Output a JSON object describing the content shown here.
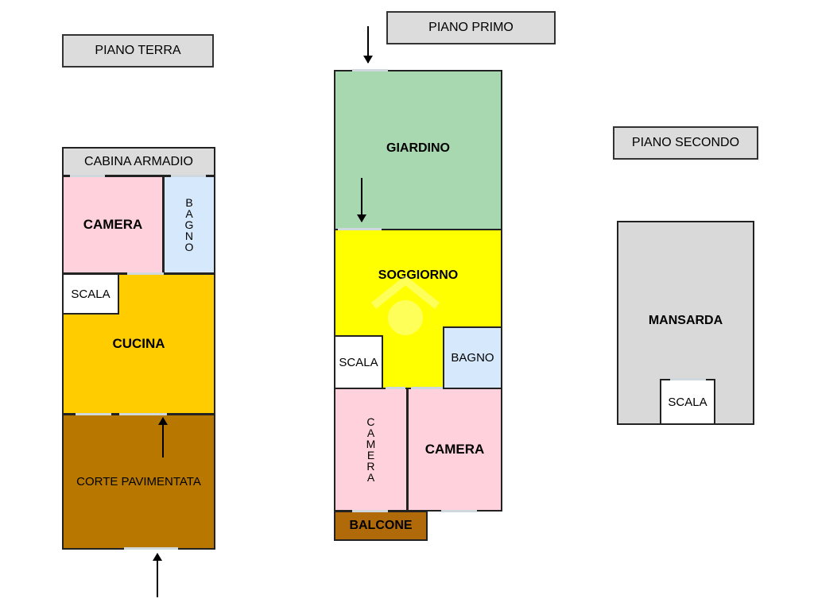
{
  "titles": {
    "ground": "PIANO TERRA",
    "first": "PIANO PRIMO",
    "second": "PIANO SECONDO"
  },
  "ground_floor": {
    "cabina": "CABINA ARMADIO",
    "camera": "CAMERA",
    "bagno": "BAGNO",
    "scala": "SCALA",
    "cucina": "CUCINA",
    "corte": "CORTE PAVIMENTATA"
  },
  "first_floor": {
    "giardino": "GIARDINO",
    "soggiorno": "SOGGIORNO",
    "scala": "SCALA",
    "bagno": "BAGNO",
    "camera_vertical": "CAMERA",
    "camera": "CAMERA",
    "balcone": "BALCONE"
  },
  "second_floor": {
    "mansarda": "MANSARDA",
    "scala": "SCALA"
  },
  "colors": {
    "pink": "#ffd1dc",
    "lightblue": "#d6e8fb",
    "orange": "#ffcc00",
    "brown": "#b87800",
    "green": "#a8d8b0",
    "yellow": "#ffff00",
    "gray": "#d9d9d9",
    "balcone": "#b06a0a"
  }
}
